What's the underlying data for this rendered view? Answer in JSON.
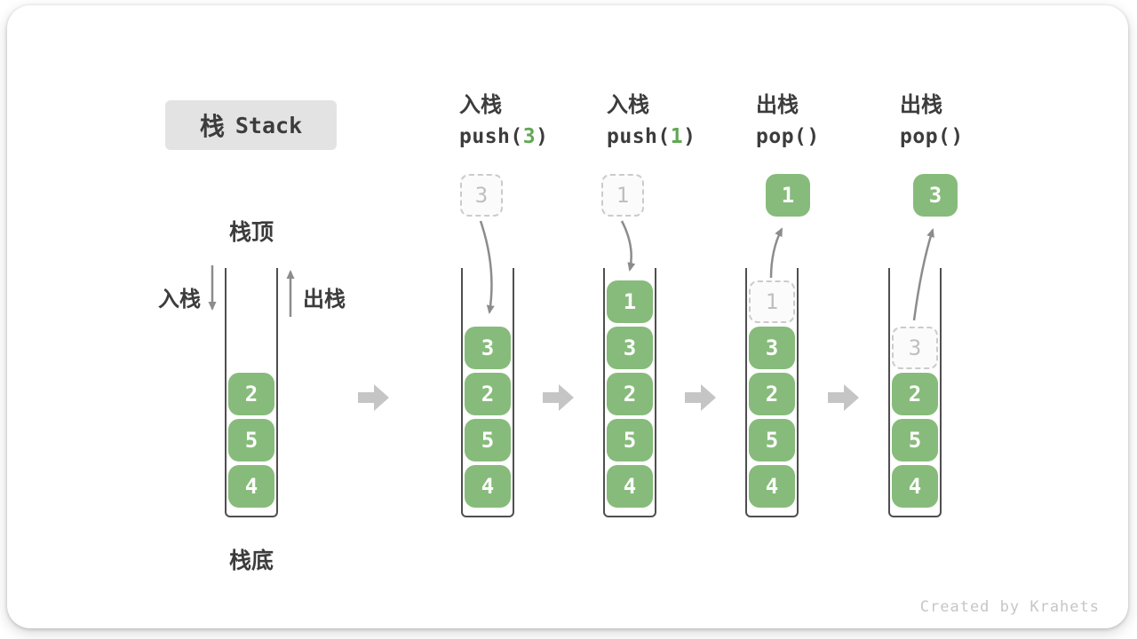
{
  "title": {
    "cjk": "栈",
    "latin": "Stack"
  },
  "watermark": "Created by Krahets",
  "labels": {
    "stack_top": "栈顶",
    "stack_bottom": "栈底",
    "push_side": "入栈",
    "pop_side": "出栈"
  },
  "operations": [
    {
      "name": "入栈",
      "code": {
        "prefix": "push(",
        "arg": "3",
        "suffix": ")"
      }
    },
    {
      "name": "入栈",
      "code": {
        "prefix": "push(",
        "arg": "1",
        "suffix": ")"
      }
    },
    {
      "name": "出栈",
      "code": {
        "prefix": "pop(",
        "arg": "",
        "suffix": ")"
      }
    },
    {
      "name": "出栈",
      "code": {
        "prefix": "pop(",
        "arg": "",
        "suffix": ")"
      }
    }
  ],
  "stacks": [
    {
      "label": "initial-stack",
      "floating": null,
      "blocks": [
        {
          "value": "2",
          "row": 3,
          "style": "solid"
        },
        {
          "value": "5",
          "row": 4,
          "style": "solid"
        },
        {
          "value": "4",
          "row": 5,
          "style": "solid"
        }
      ]
    },
    {
      "label": "after-push-3",
      "floating": {
        "value": "3",
        "style": "dashed"
      },
      "blocks": [
        {
          "value": "3",
          "row": 2,
          "style": "solid"
        },
        {
          "value": "2",
          "row": 3,
          "style": "solid"
        },
        {
          "value": "5",
          "row": 4,
          "style": "solid"
        },
        {
          "value": "4",
          "row": 5,
          "style": "solid"
        }
      ]
    },
    {
      "label": "after-push-1",
      "floating": {
        "value": "1",
        "style": "dashed"
      },
      "blocks": [
        {
          "value": "1",
          "row": 1,
          "style": "solid"
        },
        {
          "value": "3",
          "row": 2,
          "style": "solid"
        },
        {
          "value": "2",
          "row": 3,
          "style": "solid"
        },
        {
          "value": "5",
          "row": 4,
          "style": "solid"
        },
        {
          "value": "4",
          "row": 5,
          "style": "solid"
        }
      ]
    },
    {
      "label": "after-pop-1",
      "floating": {
        "value": "1",
        "style": "solid"
      },
      "blocks": [
        {
          "value": "1",
          "row": 1,
          "style": "dashed"
        },
        {
          "value": "3",
          "row": 2,
          "style": "solid"
        },
        {
          "value": "2",
          "row": 3,
          "style": "solid"
        },
        {
          "value": "5",
          "row": 4,
          "style": "solid"
        },
        {
          "value": "4",
          "row": 5,
          "style": "solid"
        }
      ]
    },
    {
      "label": "after-pop-3",
      "floating": {
        "value": "3",
        "style": "solid"
      },
      "blocks": [
        {
          "value": "3",
          "row": 2,
          "style": "dashed"
        },
        {
          "value": "2",
          "row": 3,
          "style": "solid"
        },
        {
          "value": "5",
          "row": 4,
          "style": "solid"
        },
        {
          "value": "4",
          "row": 5,
          "style": "solid"
        }
      ]
    }
  ],
  "colors": {
    "block_green": "#87BB7B",
    "code_green": "#61A853",
    "arrow_gray": "#8C8C8C",
    "step_arrow_gray": "#C5C5C5",
    "dashed_gray": "#CBCBCB",
    "wall_gray": "#4F4F4F",
    "title_bg": "#E3E3E3",
    "text_dark": "#3C3C3C"
  }
}
